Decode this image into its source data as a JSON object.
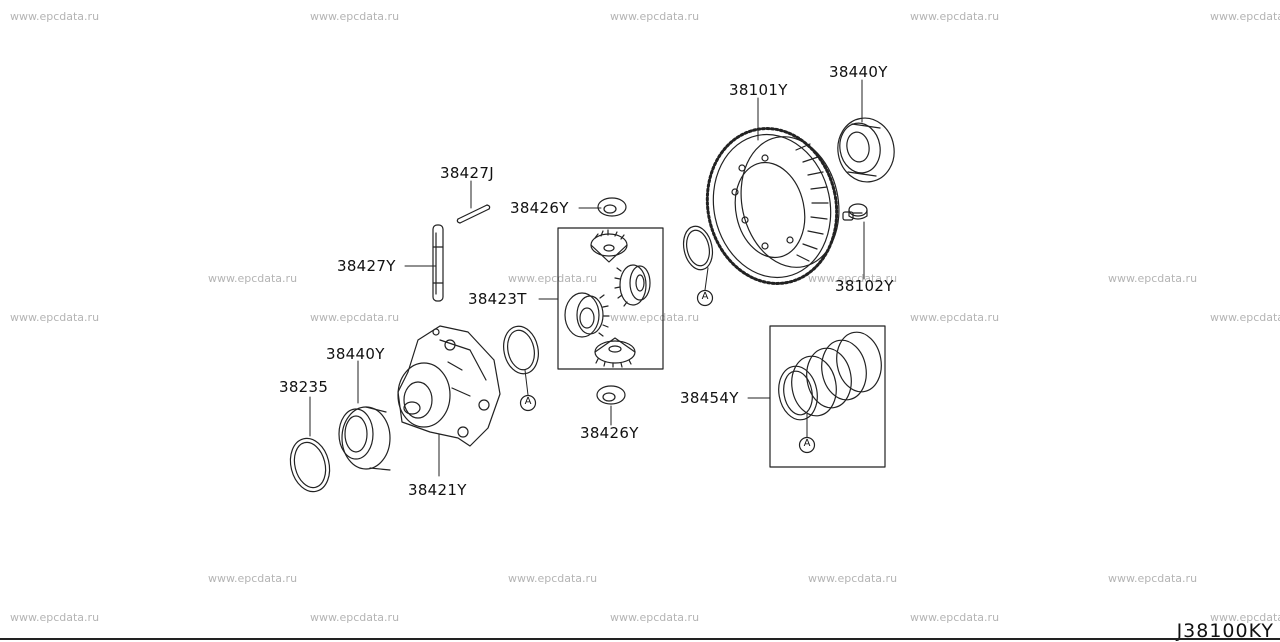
{
  "watermark_text": "www.epcdata.ru",
  "diagram_code": "J38100KY",
  "ref_marker": "A",
  "part_labels": {
    "ring_gear": "38101Y",
    "bearing_right": "38440Y",
    "pin_shaft": "38427J",
    "thrust_washer_top": "38426Y",
    "pinion_shaft": "38427Y",
    "gear_kit": "38423T",
    "bolt": "38102Y",
    "bearing_left": "38440Y",
    "shim": "38235",
    "case": "38421Y",
    "thrust_washer_bottom": "38426Y",
    "washer_kit": "38454Y"
  }
}
